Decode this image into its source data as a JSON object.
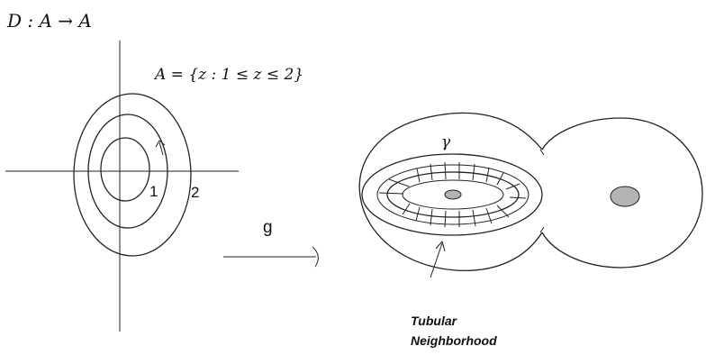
{
  "labels": {
    "map": "D : A → A",
    "annulus": "A = {z : 1 ≤ z ≤ 2}",
    "radius_inner": "1",
    "radius_outer": "2",
    "map_g": "g",
    "gamma": "γ",
    "tubular_line1": "Tubular",
    "tubular_line2": "Neighborhood"
  },
  "colors": {
    "stroke": "#222222",
    "hole_fill": "#b3b3b3"
  }
}
